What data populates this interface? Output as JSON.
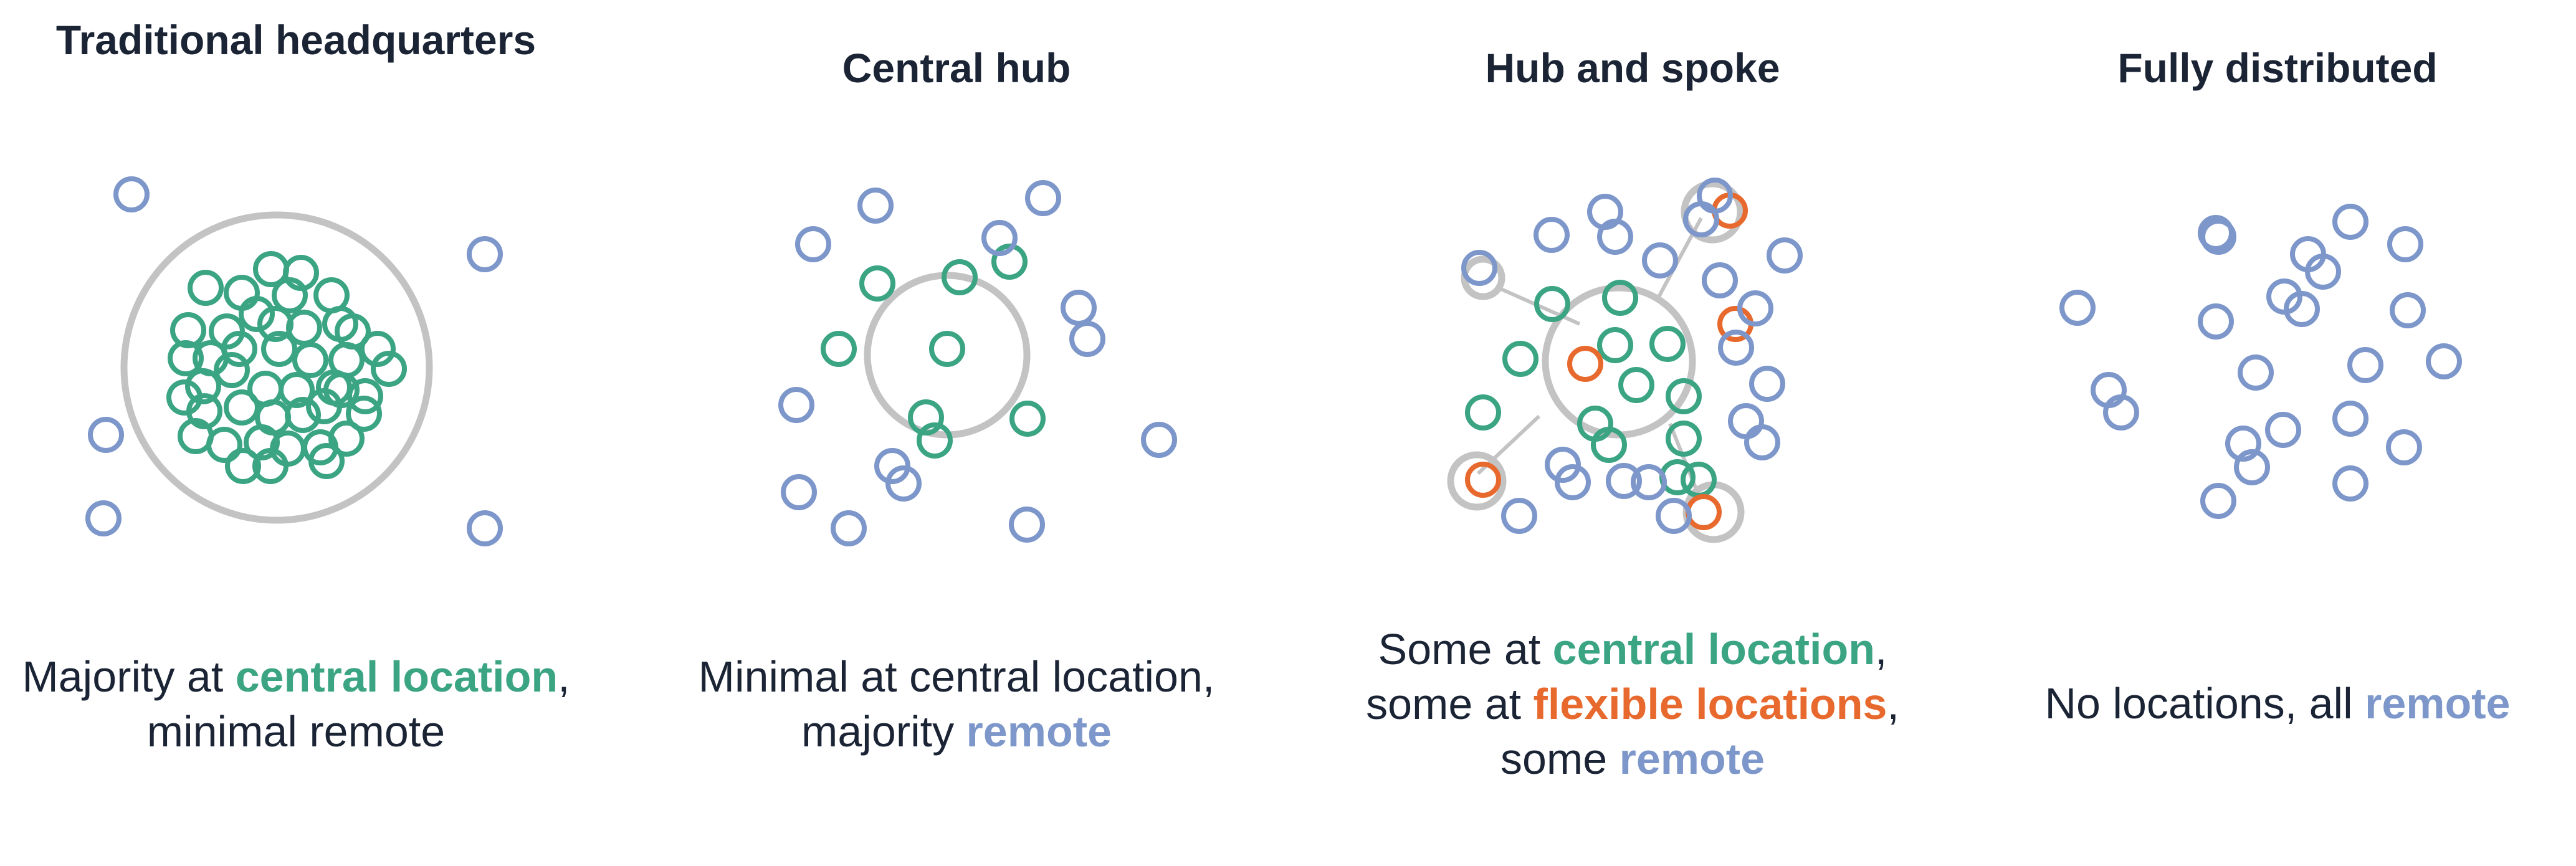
{
  "colors": {
    "green": "#3ba483",
    "blue": "#7d97cb",
    "orange": "#e8692d",
    "gray": "#c3c3c3",
    "text": "#1b2435"
  },
  "panels": [
    {
      "title": "Traditional headquarters",
      "caption": [
        {
          "text": "Majority at "
        },
        {
          "text": "central location",
          "color": "green"
        },
        {
          "text": ", minimal remote"
        }
      ]
    },
    {
      "title": "Central hub",
      "caption": [
        {
          "text": "Minimal at central location, majority "
        },
        {
          "text": "remote",
          "color": "blue"
        }
      ]
    },
    {
      "title": "Hub and spoke",
      "caption": [
        {
          "text": "Some at "
        },
        {
          "text": "central location",
          "color": "green"
        },
        {
          "text": ", some at "
        },
        {
          "text": "flexible locations",
          "color": "orange"
        },
        {
          "text": ", some "
        },
        {
          "text": "remote",
          "color": "blue"
        }
      ]
    },
    {
      "title": "Fully distributed",
      "caption": [
        {
          "text": "No locations, all "
        },
        {
          "text": "remote",
          "color": "blue"
        }
      ]
    }
  ]
}
